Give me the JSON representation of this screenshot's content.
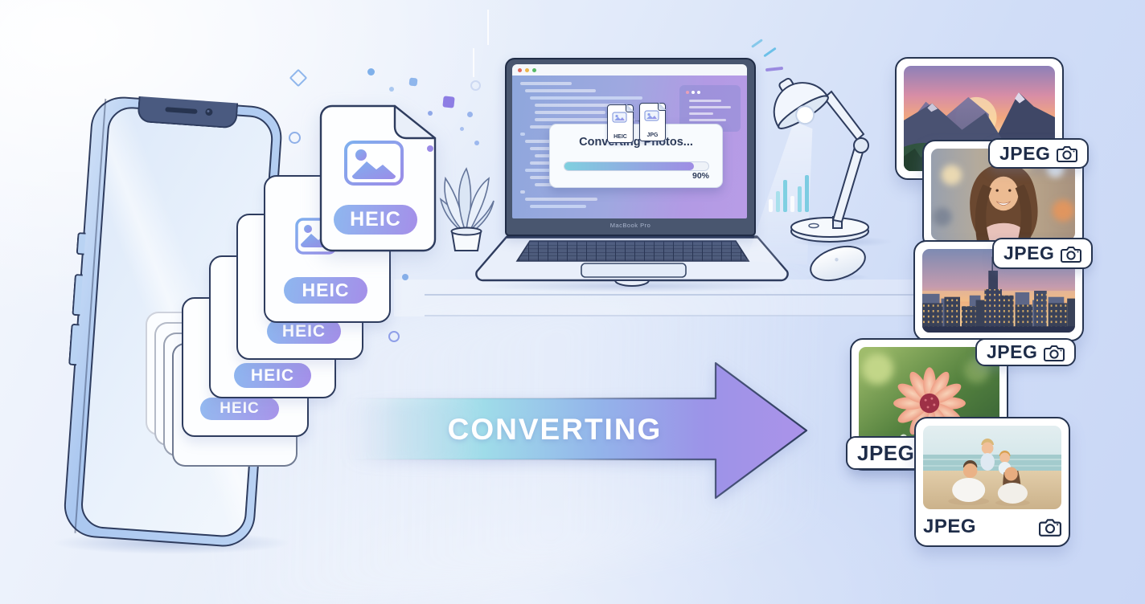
{
  "arrow": {
    "label": "CONVERTING"
  },
  "heic_stack": {
    "badges": [
      "HEIC",
      "HEIC",
      "HEIC",
      "HEIC",
      "HEIC"
    ],
    "file_icon": "image-placeholder-icon"
  },
  "laptop": {
    "brand": "MacBook Pro",
    "window_controls": [
      "close",
      "minimize",
      "zoom"
    ],
    "dialog": {
      "title": "Converting Photos...",
      "source_file_label": "HEIC",
      "target_file_label": "JPG",
      "transfer_arrow": "→",
      "progress_percent": 90,
      "progress_label": "90%"
    }
  },
  "jpeg_cards": [
    {
      "label": "JPEG",
      "photo": "mountain-sunset-photo"
    },
    {
      "label": "JPEG",
      "photo": "woman-portrait-photo"
    },
    {
      "label": "JPEG",
      "photo": "city-skyline-photo"
    },
    {
      "label": "JPEG",
      "photo": "flower-macro-photo"
    },
    {
      "label": "JPEG",
      "photo": "family-beach-photo"
    }
  ],
  "colors": {
    "outline": "#2e3c5e",
    "accent_blue": "#7fb0ee",
    "accent_purple": "#9b8ce8",
    "progress_start": "#7fd0df",
    "progress_end": "#9f8ce4",
    "background_light": "#f4f7fd",
    "background_blue": "#c9d7f6"
  }
}
